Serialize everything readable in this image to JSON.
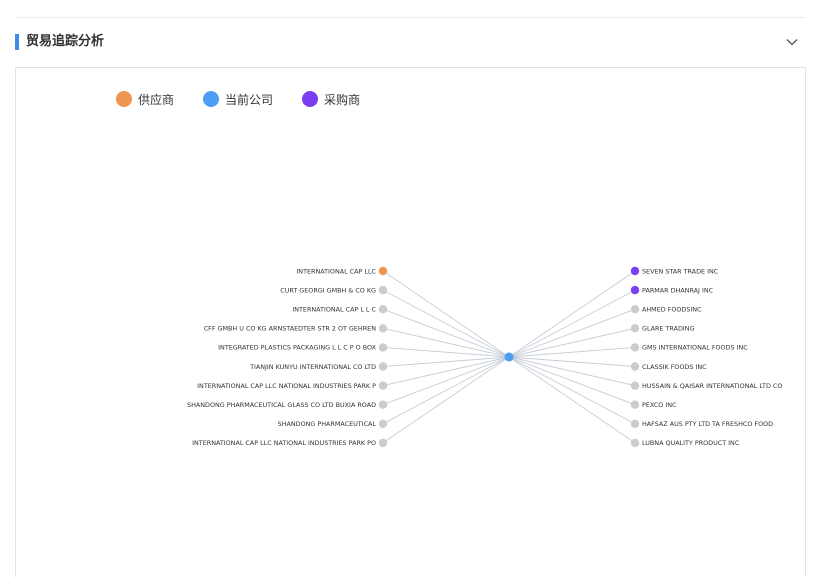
{
  "section": {
    "title": "贸易追踪分析",
    "accent_color": "#3a8ee6",
    "collapse_icon": "chevron-down-icon"
  },
  "legend": [
    {
      "label": "供应商",
      "color": "#f0954f"
    },
    {
      "label": "当前公司",
      "color": "#4e9df5"
    },
    {
      "label": "采购商",
      "color": "#7b3ff2"
    }
  ],
  "colors": {
    "supplier": "#f0954f",
    "center": "#4e9df5",
    "buyer": "#7b3ff2",
    "inactive": "#cccccc",
    "edge": "#c7cdd8"
  },
  "graph": {
    "suppliers": [
      {
        "name": "INTERNATIONAL CAP LLC",
        "active": true
      },
      {
        "name": "CURT GEORGI GMBH & CO KG",
        "active": false
      },
      {
        "name": "INTERNATIONAL CAP L L C",
        "active": false
      },
      {
        "name": "CFF GMBH U CO KG ARNSTAEDTER STR 2 OT GEHREN",
        "active": false
      },
      {
        "name": "INTEGRATED PLASTICS PACKAGING L L C P O BOX",
        "active": false
      },
      {
        "name": "TIANJIN KUNYU INTERNATIONAL CO LTD",
        "active": false
      },
      {
        "name": "INTERNATIONAL CAP LLC NATIONAL INDUSTRIES PARK P",
        "active": false
      },
      {
        "name": "SHANDONG PHARMACEUTICAL GLASS CO LTD BUXIA ROAD",
        "active": false
      },
      {
        "name": "SHANDONG PHARMACEUTICAL",
        "active": false
      },
      {
        "name": "INTERNATIONAL CAP LLC NATIONAL INDUSTRIES PARK PO",
        "active": false
      }
    ],
    "buyers": [
      {
        "name": "SEVEN STAR TRADE INC",
        "active": true
      },
      {
        "name": "PARMAR DHANRAJ INC",
        "active": true
      },
      {
        "name": "AHMED FOODSINC",
        "active": false
      },
      {
        "name": "GLARE TRADING",
        "active": false
      },
      {
        "name": "GMS INTERNATIONAL FOODS INC",
        "active": false
      },
      {
        "name": "CLASSIK FOODS INC",
        "active": false
      },
      {
        "name": "HUSSAIN & QAISAR INTERNATIONAL LTD CO",
        "active": false
      },
      {
        "name": "PEXCO INC",
        "active": false
      },
      {
        "name": "HAFSAZ AUS PTY LTD TA FRESHCO FOOD",
        "active": false
      },
      {
        "name": "LUBNA QUALITY PRODUCT INC",
        "active": false
      }
    ]
  }
}
